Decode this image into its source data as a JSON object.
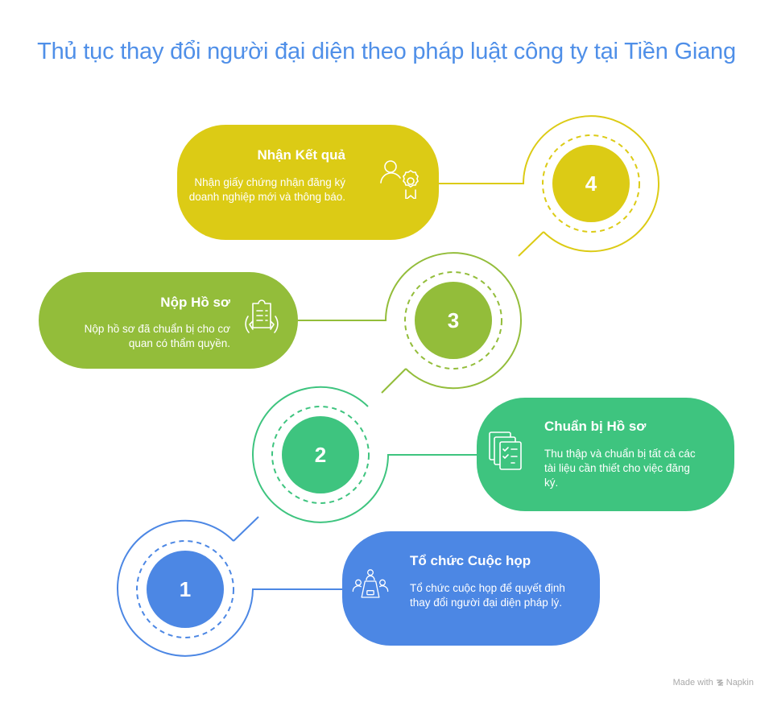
{
  "title": "Thủ tục thay đổi người đại diện theo pháp luật công ty tại Tiền Giang",
  "steps": [
    {
      "number": "1",
      "title": "Tổ chức Cuộc họp",
      "description": "Tổ chức cuộc họp để quyết định thay đổi người đại diện pháp lý.",
      "icon": "meeting-table-icon",
      "color": "#4c87e4"
    },
    {
      "number": "2",
      "title": "Chuẩn bị Hồ sơ",
      "description": "Thu thập và chuẩn bị tất cả các tài liệu cần thiết cho việc đăng ký.",
      "icon": "checklist-documents-icon",
      "color": "#3ec47f"
    },
    {
      "number": "3",
      "title": "Nộp Hồ sơ",
      "description": "Nộp hồ sơ đã chuẩn bị cho cơ quan có thẩm quyền.",
      "icon": "hands-holding-clipboard-icon",
      "color": "#93bd3a"
    },
    {
      "number": "4",
      "title": "Nhận Kết quả",
      "description": "Nhận giấy chứng nhận đăng ký doanh nghiệp mới và thông báo.",
      "icon": "person-award-icon",
      "color": "#dccb15"
    }
  ],
  "footer": {
    "made_with": "Made with",
    "brand": "Napkin"
  }
}
